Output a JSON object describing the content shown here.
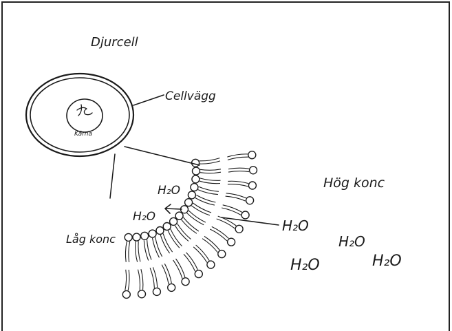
{
  "labels": {
    "title": "Djurcell",
    "cell_membrane": "Cellvägg",
    "nucleus": "Kärna",
    "low_conc": "Låg konc",
    "high_conc": "Hög konc",
    "water": "H₂O"
  },
  "colors": {
    "ink": "#1a1a1a",
    "frame": "#222222",
    "background": "#ffffff"
  }
}
